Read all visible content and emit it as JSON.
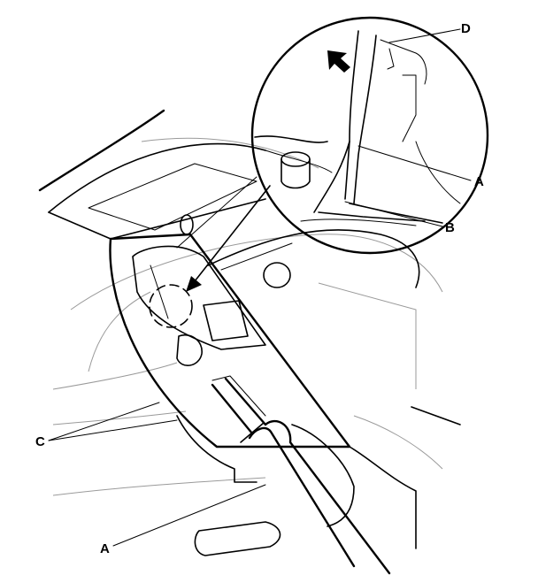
{
  "diagram": {
    "callouts": [
      {
        "id": "D",
        "text": "D"
      },
      {
        "id": "A-top",
        "text": "A"
      },
      {
        "id": "B",
        "text": "B"
      },
      {
        "id": "C",
        "text": "C"
      },
      {
        "id": "A-bottom",
        "text": "A"
      }
    ],
    "colors": {
      "ink": "#000000",
      "shade": "#9a9a9a",
      "background": "#ffffff"
    }
  }
}
